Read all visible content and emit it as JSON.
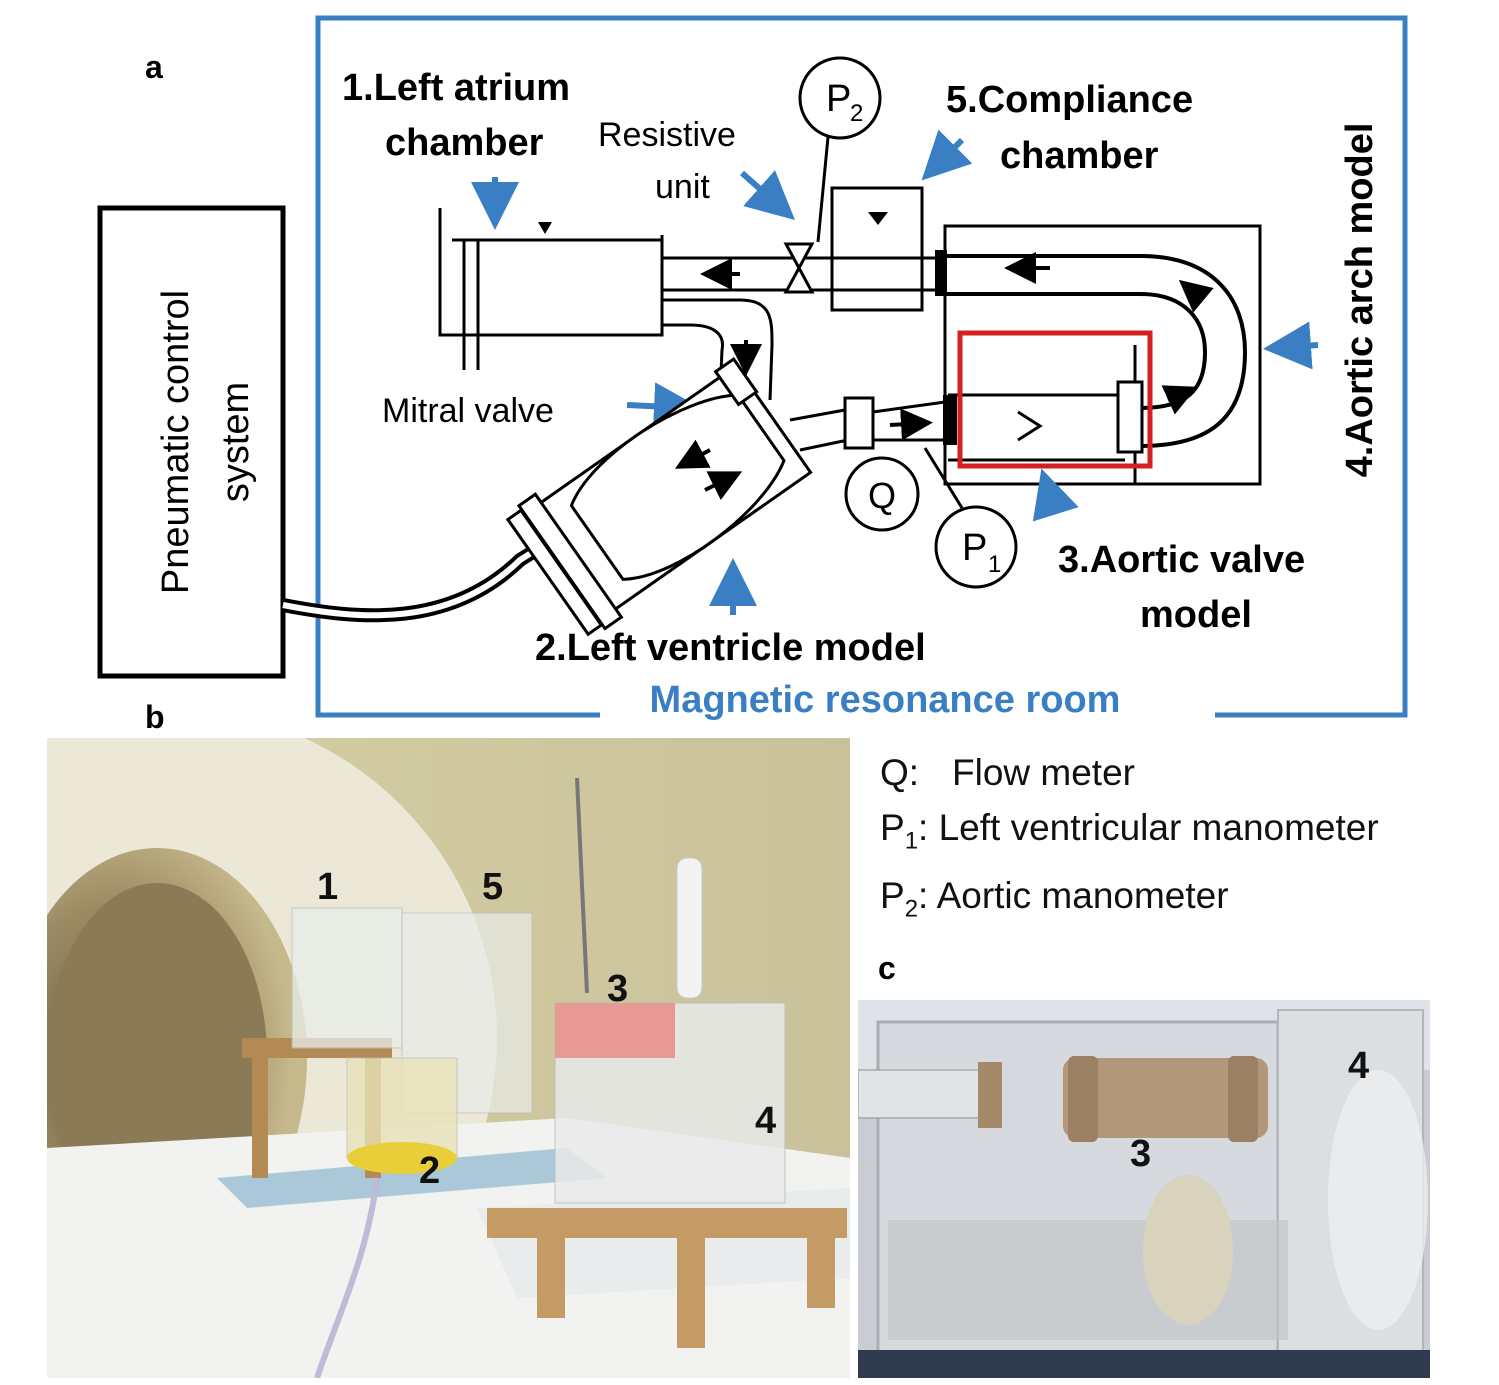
{
  "panel_labels": {
    "a": "a",
    "b": "b",
    "c": "c"
  },
  "diagram": {
    "pneumatic_line1": "Pneumatic control",
    "pneumatic_line2": "system",
    "left_atrium_line1": "1.Left  atrium",
    "left_atrium_line2": "chamber",
    "resistive_line1": "Resistive",
    "resistive_line2": "unit",
    "compliance_line1": "5.Compliance",
    "compliance_line2": "chamber",
    "aortic_arch": "4.Aortic arch model",
    "mitral_valve": "Mitral valve",
    "left_ventricle": "2.Left ventricle model",
    "aortic_valve_line1": "3.Aortic valve",
    "aortic_valve_line2": "model",
    "mr_room": "Magnetic resonance room",
    "q_symbol": "Q",
    "p_letter": "P",
    "p1_sub": "1",
    "p2_sub": "2",
    "colors": {
      "room_border": "#3a7fc4",
      "arrow_blue": "#3a7fc4",
      "valve_box": "#d42020"
    }
  },
  "legend": {
    "q_term": "Q:",
    "q_desc": "Flow meter",
    "p1_term": "P",
    "p1_sub": "1",
    "p1_desc": ": Left ventricular  manometer",
    "p2_term": "P",
    "p2_sub": "2",
    "p2_desc": ": Aortic manometer"
  },
  "photo_b_labels": {
    "n1": "1",
    "n5": "5",
    "n3": "3",
    "n4": "4",
    "n2": "2"
  },
  "photo_c_labels": {
    "n4": "4",
    "n3": "3"
  }
}
